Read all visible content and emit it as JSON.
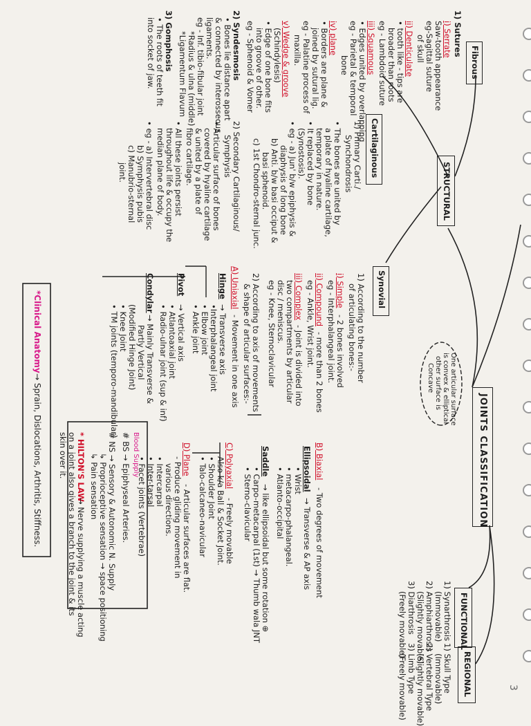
{
  "page_number": "3",
  "root": {
    "title": "JOINTS CLASSIFICATION"
  },
  "categories": {
    "structural": "STRUCTURAL",
    "functional": "FUNCTIONAL",
    "regional": "REGIONAL",
    "fibrous": "Fibrous",
    "cartilaginous": "Cartilaginous",
    "synovial": "Synovial"
  },
  "regional_items": [
    "1) Skull Type",
    "(Immovable)",
    "2) Vertebral Type",
    "(Slightly movable)",
    "3) Limb Type",
    "(Freely movable)"
  ],
  "functional_items": [
    "1) Synarthrosis",
    "(Immovable)",
    "2) Amphiarthrosis",
    "(Slightly movable)",
    "3) Diarthrosis",
    "(Freely movable)"
  ],
  "fibrous": {
    "sutures": "1) Sutures",
    "serrate": "i) Serrate",
    "serrate_desc": [
      "Saw-tooth appearance",
      "eg-Sagittal suture",
      "of skull"
    ],
    "denticulate": "ii) Denticulate",
    "denticulate_desc": [
      "• tooth like - tips are",
      "broader than roots",
      "eg - Lambdoid suture"
    ],
    "squamous": "iii) Squamous",
    "squamous_desc": [
      "• Edges united by overlapping",
      "eg - Parietal & temporal",
      "bone"
    ],
    "plane": "iv) plane",
    "plane_desc": [
      "• Borders are plane &",
      "joined by sutural lig.",
      "eg - Palatine process of",
      "maxilla."
    ],
    "wedge": "v) Wedge & groove",
    "wedge_sub": "(Schindylesis)",
    "wedge_desc": [
      "• Edge of one bone fits",
      "into groove of other.",
      "eg - Sphenoid & Vomer"
    ],
    "syndesmosis": "2) Syndesmosis",
    "syndesmosis_desc": [
      "• Bones lie distance apart",
      "& connected by interosseous",
      "ligaments."
    ],
    "syndesmosis_eg": [
      "eg - Inf. tibio-fibular joint",
      "*Radius & ulna (middle)",
      "*Ligamentum Flavum"
    ],
    "gomphosis": "3) Gomphosis",
    "gomphosis_desc": [
      "• The roots of teeth fit",
      "into socket of jaw."
    ]
  },
  "cartilaginous": {
    "primary": "1) Primary Carti./",
    "primary_sub": "Synchondrosis",
    "primary_desc": [
      "• The bones are united by",
      "a plate of hyaline cartilage,",
      "temporary in nature.",
      "• It replaced by bone",
      "(Synostosis).",
      "• eg - a) Jun' b/w epiphysis &",
      "diaphysis of long bone",
      "b) Anti. b/w basi occiput &",
      "basi sphenoid.",
      "c) 1st Chondro-sternal junc."
    ],
    "secondary": "2) Secondary Cartilaginous/",
    "secondary_sub": "Symphysis",
    "secondary_desc": [
      "• Articular surface of bones",
      "covered by hyaline cartilage",
      "& united by a plate of",
      "fibro cartilage.",
      "• All these joints persist",
      "throughout life & occupy the",
      "median plane of body.",
      "• eg - a) Intervertebral disc",
      "b) Symphysis pubis",
      "c) Manubrio-sternal",
      "joint."
    ]
  },
  "synovial": {
    "by_number": [
      "1) According to the number",
      "of articulating bones:-"
    ],
    "simple": "i) Simple",
    "simple_desc": "- 2 bones involved",
    "simple_eg": "eg - Interphalangeal joint.",
    "compound": "ii) Compound",
    "compound_desc": "- more than 2 bones",
    "compound_eg": "eg - Ankle, Wrist joint.",
    "complex": "iii) Complex",
    "complex_desc": [
      "- Joint is divided into",
      "two compartments by articular",
      "disc / meniscus."
    ],
    "complex_eg": "eg - Knee, Sternoclavicular",
    "by_axis": [
      "2) According to axis of movements",
      "& shape of articular surfaces:-"
    ],
    "uniaxial": "A) Uniaxial",
    "uniaxial_desc": "- Movement in one axis",
    "hinge": "Hinge",
    "hinge_desc": "→ Transverse axis",
    "hinge_items": [
      "•Interphalangeal joint",
      "• Elbow joint",
      "• Ankle joint"
    ],
    "pivot": "Pivot",
    "pivot_desc": "→ Vertical axis",
    "pivot_items": [
      "• Atlantoaxial joint",
      "• Radio-ulnar joint (sup & inf)"
    ],
    "condylar": "Condylar",
    "condylar_desc": [
      "→ Mainly Transverse &",
      "Partly Vertical",
      "(Modified Hinge Joint)"
    ],
    "condylar_items": [
      "• Knee Joint",
      "• TM joints (temporo-mandibular)"
    ],
    "cloud_note": [
      "One articular surface",
      "is convex & elliptical",
      "other surface is",
      "Concave"
    ],
    "biaxial": "B) Biaxial",
    "biaxial_desc": "- Two degrees of movement",
    "ellipsoidal": "Ellipsoidal",
    "ellipsoidal_desc": "→ Transverse & AP axis",
    "ellipsoidal_items": [
      "• Wrist",
      "• metacarpo-phalangeal.",
      "• Atlanto-occipital"
    ],
    "saddle": "Saddle",
    "saddle_desc": "→ like ellipsoidal but some rotation ⊕",
    "saddle_items": [
      "• Carpo-metacarpal (1st) → Thumb wala JNT",
      "• Sterno-clavicular"
    ],
    "polyaxial": "C) Polyaxial",
    "polyaxial_desc": "- Freely movable",
    "polyaxial_items": [
      "Also k/a Ball & Socket Joint.",
      "• Shoulder Joint",
      "• Talo-calcaneo-navicular"
    ],
    "plane": "D) Plane",
    "plane_desc": [
      "- Articular surfaces are flat.",
      "- Produce gliding movement in",
      "various directions."
    ],
    "plane_items": [
      "• Intercarpal",
      "• Inter-tarsal",
      "• Facet joints (Vertebrae)"
    ]
  },
  "blood_nerve": {
    "bs": "# BS → Epiphyseal Arteries.",
    "bs_label": "Blood Supply",
    "ns": "# NS → Sensory & Autonomic N. Supply",
    "ns_items": [
      "↳ Proprioceptive sensation → space positioning",
      "↳ Pain sensation"
    ],
    "hilton": "* HILTON'S LAW",
    "hilton_desc": [
      "→ Nerve supplying a muscle acting",
      "on a joint also gives a branch to the joint & its",
      "skin over it."
    ]
  },
  "clinical": {
    "label": "*Clinical Anatomy",
    "desc": "→ Sprain, Dislocations, Arthritis, Stiffness."
  }
}
